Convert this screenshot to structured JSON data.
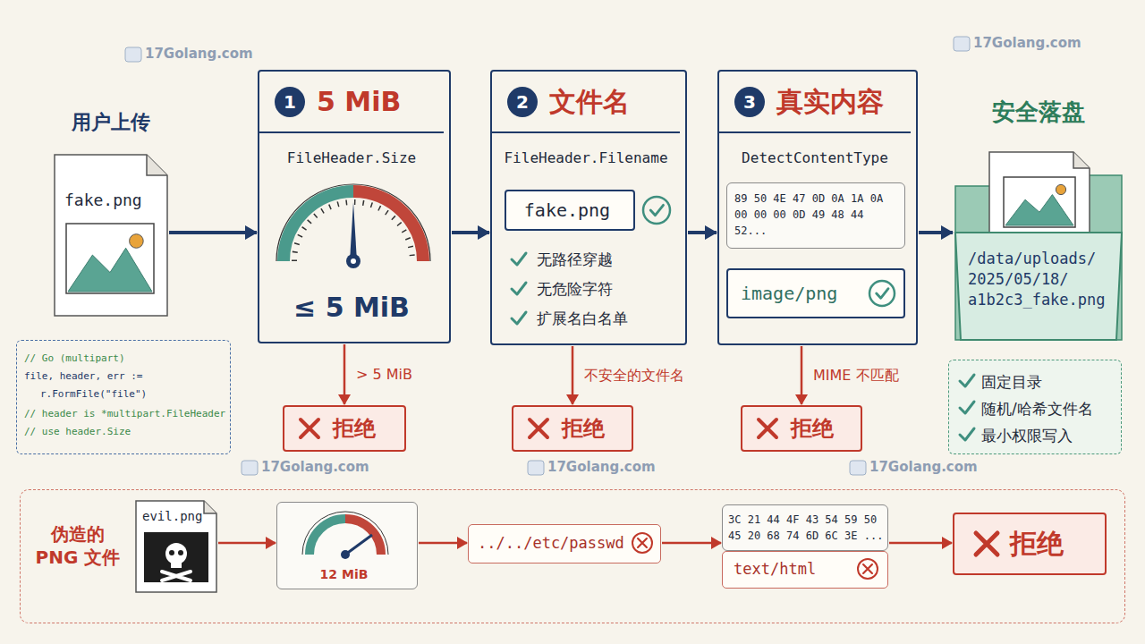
{
  "diagram": {
    "nodes": [
      {
        "text": [
          "用户上传",
          "fake.png"
        ]
      },
      {
        "text": [
          "// Go (multipart)",
          "file, header, err :=",
          "r.FormFile(\"file\")",
          "// header is *multipart.FileHeader",
          "// use header.Size"
        ]
      },
      {
        "text": [
          "1",
          "5 MiB",
          "FileHeader.Size",
          "≤ 5 MiB"
        ]
      },
      {
        "text": [
          "拒绝"
        ]
      },
      {
        "text": [
          "2",
          "文件名",
          "FileHeader.Filename",
          "无路径穿越",
          "无危险字符",
          "扩展名白名单"
        ]
      },
      {
        "text": [
          "fake.png"
        ],
        "in": 4
      },
      {
        "text": [
          "拒绝"
        ]
      },
      {
        "text": [
          "3",
          "真实内容",
          "DetectContentType"
        ]
      },
      {
        "text": [
          "89 50 4E 47 0D 0A 1A 0A 00 00 00 0D 49 48 44 52..."
        ],
        "in": 7
      },
      {
        "text": [
          "image/png"
        ],
        "in": 7
      },
      {
        "text": [
          "拒绝"
        ]
      },
      {
        "text": [
          "安全落盘",
          "/data/uploads/ 2025/05/18/ a1b2c3_fake.png"
        ]
      },
      {
        "text": [
          "固定目录",
          "随机/哈希文件名",
          "最小权限写入"
        ]
      },
      {
        "text": [
          "伪造的 PNG 文件"
        ]
      },
      {
        "text": [
          "evil.png"
        ],
        "in": 13
      },
      {
        "text": [
          "12 MiB"
        ],
        "in": 13
      },
      {
        "text": [
          "../../etc/passwd"
        ],
        "in": 13
      },
      {
        "text": [
          "3C 21 44 4F 43 54 59 50 45 20 68 74 6D 6C 3E ..."
        ],
        "in": 13
      },
      {
        "text": [
          "text/html"
        ],
        "in": 13
      },
      {
        "text": [
          "拒绝"
        ],
        "in": 13
      }
    ],
    "edges": [
      {
        "from": 0,
        "to": 2,
        "arrow": "to"
      },
      {
        "from": 2,
        "to": 4,
        "arrow": "to"
      },
      {
        "from": 4,
        "to": 7,
        "arrow": "to"
      },
      {
        "from": 7,
        "to": 11,
        "arrow": "to"
      },
      {
        "from": 2,
        "to": 3,
        "label": "> 5 MiB",
        "arrow": "to"
      },
      {
        "from": 4,
        "to": 6,
        "label": "不安全的文件名",
        "arrow": "to"
      },
      {
        "from": 7,
        "to": 10,
        "label": "MIME 不匹配",
        "arrow": "to"
      },
      {
        "from": 14,
        "to": 15,
        "arrow": "to"
      },
      {
        "from": 15,
        "to": 16,
        "arrow": "to"
      },
      {
        "from": 16,
        "to": 17,
        "arrow": "to"
      },
      {
        "from": 17,
        "to": 19,
        "arrow": "to"
      }
    ],
    "labels": [
      "17Golang.com",
      "17Golang.com",
      "17Golang.com",
      "17Golang.com",
      "17Golang.com"
    ]
  }
}
